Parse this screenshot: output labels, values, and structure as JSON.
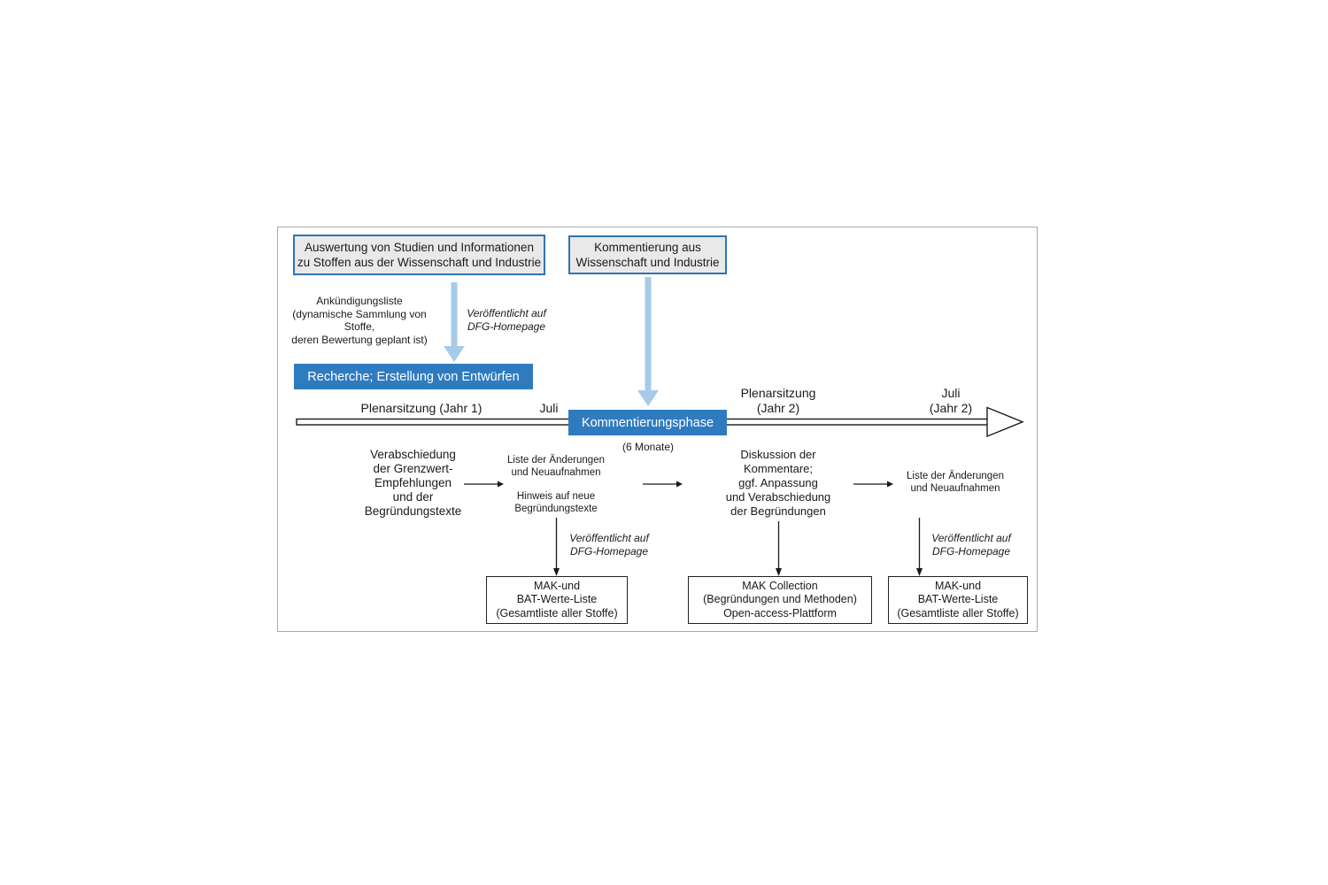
{
  "colors": {
    "accent_blue": "#2f7bbf",
    "border_blue": "#2e74b5",
    "light_blue_arrow": "#a6cbea",
    "box_gray": "#e9e9e9",
    "frame_border": "#a9a9a9"
  },
  "top": {
    "box_evaluation": "Auswertung von Studien und Informationen\nzu Stoffen aus der Wissenschaft und Industrie",
    "box_commenting": "Kommentierung aus\nWissenschaft und Industrie"
  },
  "announcement": {
    "label": "Ankündigungsliste\n(dynamische Sammlung von Stoffe,\nderen Bewertung geplant ist)",
    "published_note": "Veröffentlicht auf\nDFG-Homepage"
  },
  "research_box": "Recherche; Erstellung von Entwürfen",
  "timeline": {
    "label_plenary_year1": "Plenarsitzung (Jahr 1)",
    "label_july_year1": "Juli",
    "phase_box": "Kommentierungsphase",
    "phase_duration": "(6 Monate)",
    "label_plenary_year2": "Plenarsitzung\n(Jahr 2)",
    "label_july_year2": "Juli\n(Jahr 2)"
  },
  "process": {
    "adoption": "Verabschiedung\nder Grenzwert-\nEmpfehlungen\nund der\nBegründungstexte",
    "list_changes_1": "Liste der Änderungen\nund Neuaufnahmen",
    "note_new_docs": "Hinweis auf neue\nBegründungstexte",
    "discussion": "Diskussion der\nKommentare;\nggf. Anpassung\nund Verabschiedung\nder Begründungen",
    "list_changes_2": "Liste der Änderungen\nund Neuaufnahmen"
  },
  "published_notes": {
    "note_changes": "Veröffentlicht auf\nDFG-Homepage",
    "note_final": "Veröffentlicht auf\nDFG-Homepage"
  },
  "output_boxes": {
    "mak_bat_list_1": "MAK-und\nBAT-Werte-Liste\n(Gesamtliste aller Stoffe)",
    "mak_collection": "MAK Collection\n(Begründungen und Methoden)\nOpen-access-Plattform",
    "mak_bat_list_2": "MAK-und\nBAT-Werte-Liste\n(Gesamtliste aller Stoffe)"
  }
}
